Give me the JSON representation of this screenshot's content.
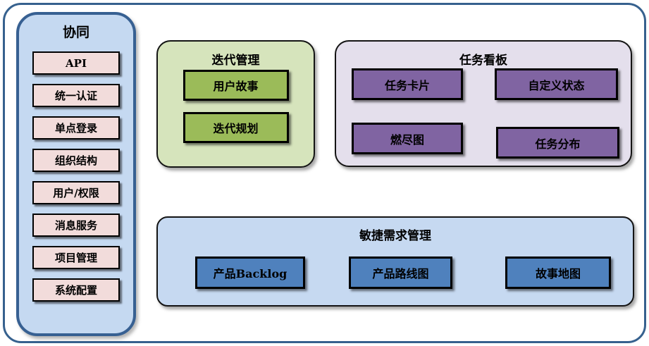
{
  "colors": {
    "frame-border": "#36618e",
    "sidebar-bg": "#c5d9f1",
    "sidebar-border": "#376092",
    "pink-fill": "#f2dcdb",
    "green-panel": "#d6e4bc",
    "green-box": "#9bbb59",
    "purple-panel": "#e4dfec",
    "purple-box": "#8064a2",
    "blue-panel": "#c6d9f1",
    "blue-box": "#4f81bd",
    "box-border": "#000000"
  },
  "sidebar": {
    "title": "协同",
    "items": [
      "API",
      "统一认证",
      "单点登录",
      "组织结构",
      "用户/权限",
      "消息服务",
      "项目管理",
      "系统配置"
    ]
  },
  "iteration": {
    "title": "迭代管理",
    "items": [
      "用户故事",
      "迭代规划"
    ]
  },
  "kanban": {
    "title": "任务看板",
    "items": [
      "任务卡片",
      "自定义状态",
      "燃尽图",
      "任务分布"
    ]
  },
  "requirements": {
    "title": "敏捷需求管理",
    "items": [
      "产品Backlog",
      "产品路线图",
      "故事地图"
    ]
  }
}
